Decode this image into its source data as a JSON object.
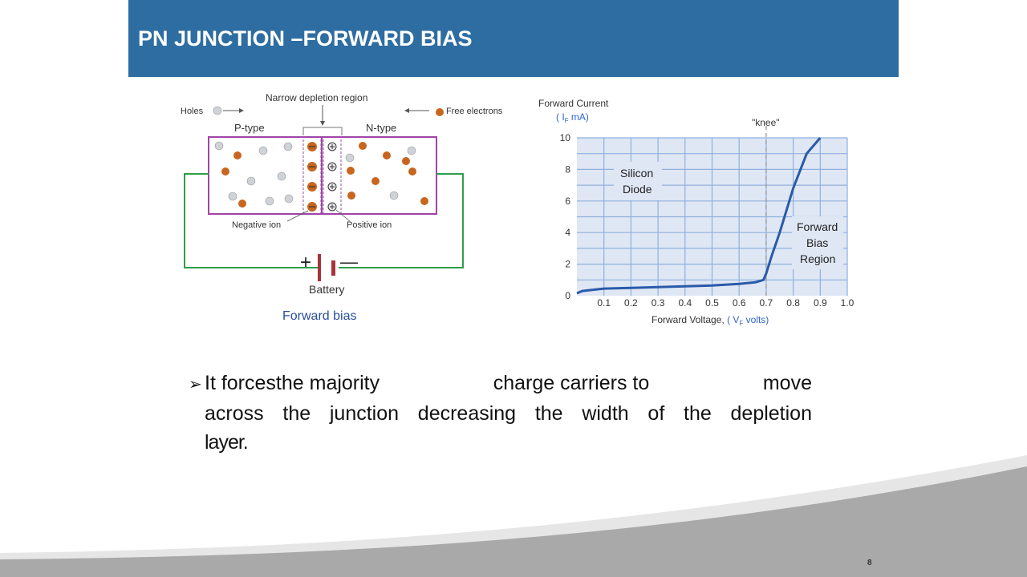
{
  "slide": {
    "title": "PN JUNCTION –FORWARD BIAS",
    "page_number": "8"
  },
  "junction_diagram": {
    "holes_label": "Holes",
    "depletion_label": "Narrow depletion region",
    "free_electrons_label": "Free electrons",
    "p_type_label": "P-type",
    "n_type_label": "N-type",
    "negative_ion_label": "Negative ion",
    "positive_ion_label": "Positive ion",
    "battery_label": "Battery",
    "plus_sign": "+",
    "minus_sign": "—",
    "caption": "Forward bias",
    "ion_plus": "⊕",
    "ion_minus": "⊖",
    "colors": {
      "border": "#a044a8",
      "wire": "#2e9e4a",
      "electron": "#c8651e",
      "hole": "#cfd3d8",
      "caption": "#2a4f9e"
    }
  },
  "chart_data": {
    "type": "line",
    "ylabel_line1": "Forward Current",
    "ylabel_line2": "( I",
    "ylabel_sub": "F",
    "ylabel_unit": " mA)",
    "xlabel_main": "Forward Voltage, ",
    "xlabel_sym": "( V",
    "xlabel_sub": "F",
    "xlabel_unit": " volts)",
    "x_ticks": [
      "0.1",
      "0.2",
      "0.3",
      "0.4",
      "0.5",
      "0.6",
      "0.7",
      "0.8",
      "0.9",
      "1.0"
    ],
    "y_ticks": [
      "0",
      "2",
      "4",
      "6",
      "8",
      "10"
    ],
    "xlim": [
      0,
      1.0
    ],
    "ylim": [
      0,
      10
    ],
    "grid": true,
    "annotations": {
      "knee": "\"knee\"",
      "silicon_line1": "Silicon",
      "silicon_line2": "Diode",
      "region_line1": "Forward",
      "region_line2": "Bias",
      "region_line3": "Region"
    },
    "knee_x": 0.7,
    "series": [
      {
        "x": [
          0.0,
          0.02,
          0.1,
          0.2,
          0.3,
          0.4,
          0.5,
          0.6,
          0.66,
          0.69,
          0.7,
          0.72,
          0.75,
          0.8,
          0.85,
          0.9
        ],
        "y": [
          0.15,
          0.3,
          0.45,
          0.5,
          0.55,
          0.6,
          0.65,
          0.75,
          0.85,
          1.0,
          1.4,
          2.5,
          4.0,
          6.8,
          9.0,
          10.0
        ]
      }
    ],
    "colors": {
      "line": "#2a5aa8",
      "grid": "#8fb0dc",
      "background": "#dfe7f5",
      "knee_line": "#999999",
      "sub_label": "#3366cc"
    }
  },
  "body_text": {
    "bullet": "➢",
    "line1_words": [
      "It forcesthe majority",
      "charge carriers to",
      "move"
    ],
    "line2": "across the junction decreasing the width of the depletion",
    "line3": "layer."
  }
}
